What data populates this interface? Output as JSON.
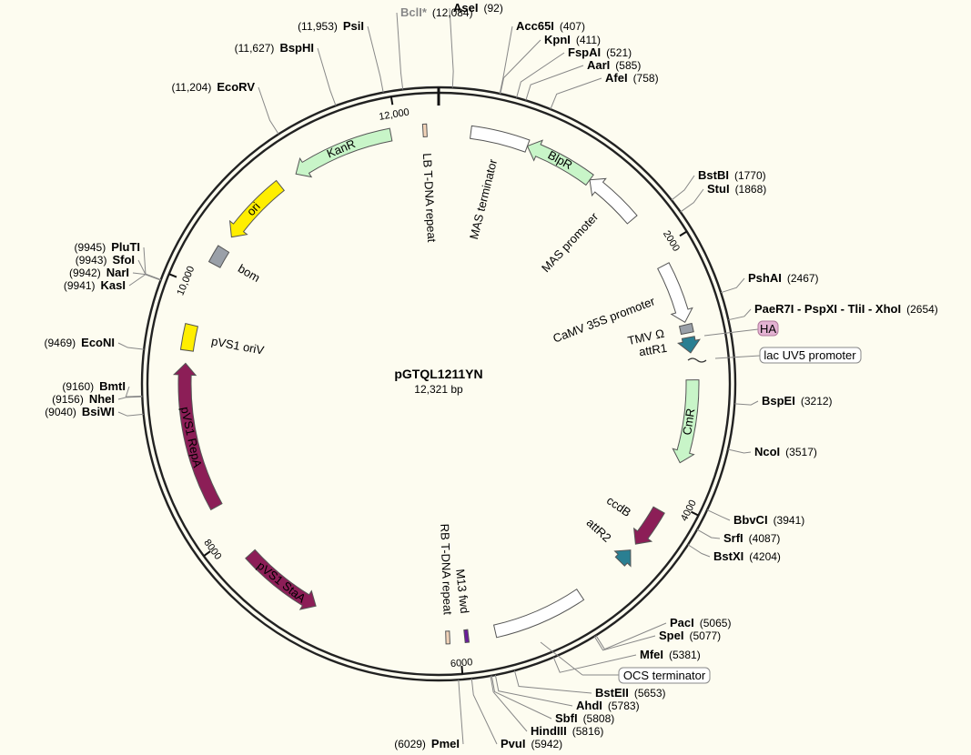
{
  "plasmid": {
    "name": "pGTQL1211YN",
    "size_label": "12,321 bp",
    "length": 12321
  },
  "colors": {
    "background": "#fdfcf0",
    "backbone": "#222222",
    "leader": "#888888",
    "marker_green": "#c8f5c8",
    "ori_yellow": "#ffee00",
    "repA_magenta": "#8c1e57",
    "attr_teal": "#2a7f92",
    "bom_gray": "#9aa0a8",
    "tag_pink": "#e3b2d2",
    "m13_purple": "#6a1b9a"
  },
  "ticks": [
    {
      "bp": 0,
      "label": "",
      "major": true
    },
    {
      "bp": 2000,
      "label": "2000"
    },
    {
      "bp": 4000,
      "label": "4000"
    },
    {
      "bp": 6000,
      "label": "6000"
    },
    {
      "bp": 8000,
      "label": "8000"
    },
    {
      "bp": 10000,
      "label": "10,000"
    },
    {
      "bp": 12000,
      "label": "12,000"
    }
  ],
  "sites": [
    {
      "id": "BclI",
      "name": "BclI*",
      "pos": "(12,084)",
      "bp": 12084,
      "gray": true
    },
    {
      "id": "PsiI",
      "name": "PsiI",
      "pos": "(11,953)",
      "bp": 11953
    },
    {
      "id": "BspHI",
      "name": "BspHI",
      "pos": "(11,627)",
      "bp": 11627
    },
    {
      "id": "EcoRV",
      "name": "EcoRV",
      "pos": "(11,204)",
      "bp": 11204
    },
    {
      "id": "AseI",
      "name": "AseI",
      "pos": "(92)",
      "bp": 92
    },
    {
      "id": "Acc65I",
      "name": "Acc65I",
      "pos": "(407)",
      "bp": 407
    },
    {
      "id": "KpnI",
      "name": "KpnI",
      "pos": "(411)",
      "bp": 411
    },
    {
      "id": "FspAI",
      "name": "FspAI",
      "pos": "(521)",
      "bp": 521
    },
    {
      "id": "AarI",
      "name": "AarI",
      "pos": "(585)",
      "bp": 585
    },
    {
      "id": "AfeI",
      "name": "AfeI",
      "pos": "(758)",
      "bp": 758
    },
    {
      "id": "BstBI",
      "name": "BstBI",
      "pos": "(1770)",
      "bp": 1770
    },
    {
      "id": "StuI",
      "name": "StuI",
      "pos": "(1868)",
      "bp": 1868
    },
    {
      "id": "PshAI",
      "name": "PshAI",
      "pos": "(2467)",
      "bp": 2467
    },
    {
      "id": "PaeR7I",
      "name": "PaeR7I - PspXI - TliI - XhoI",
      "pos": "(2654)",
      "bp": 2654
    },
    {
      "id": "BspEI",
      "name": "BspEI",
      "pos": "(3212)",
      "bp": 3212
    },
    {
      "id": "NcoI",
      "name": "NcoI",
      "pos": "(3517)",
      "bp": 3517
    },
    {
      "id": "BbvCI",
      "name": "BbvCI",
      "pos": "(3941)",
      "bp": 3941
    },
    {
      "id": "SrfI",
      "name": "SrfI",
      "pos": "(4087)",
      "bp": 4087
    },
    {
      "id": "BstXI",
      "name": "BstXI",
      "pos": "(4204)",
      "bp": 4204
    },
    {
      "id": "PacI",
      "name": "PacI",
      "pos": "(5065)",
      "bp": 5065
    },
    {
      "id": "SpeI",
      "name": "SpeI",
      "pos": "(5077)",
      "bp": 5077
    },
    {
      "id": "MfeI",
      "name": "MfeI",
      "pos": "(5381)",
      "bp": 5381
    },
    {
      "id": "BstEII",
      "name": "BstEII",
      "pos": "(5653)",
      "bp": 5653
    },
    {
      "id": "AhdI",
      "name": "AhdI",
      "pos": "(5783)",
      "bp": 5783
    },
    {
      "id": "SbfI",
      "name": "SbfI",
      "pos": "(5808)",
      "bp": 5808
    },
    {
      "id": "HindIII",
      "name": "HindIII",
      "pos": "(5816)",
      "bp": 5816
    },
    {
      "id": "PvuI",
      "name": "PvuI",
      "pos": "(5942)",
      "bp": 5942
    },
    {
      "id": "PmeI",
      "name": "PmeI",
      "pos": "(6029)",
      "bp": 6029
    },
    {
      "id": "PluTI",
      "name": "PluTI",
      "pos": "(9945)",
      "bp": 9945
    },
    {
      "id": "SfoI",
      "name": "SfoI",
      "pos": "(9943)",
      "bp": 9943
    },
    {
      "id": "NarI",
      "name": "NarI",
      "pos": "(9942)",
      "bp": 9942
    },
    {
      "id": "KasI",
      "name": "KasI",
      "pos": "(9941)",
      "bp": 9941
    },
    {
      "id": "EcoNI",
      "name": "EcoNI",
      "pos": "(9469)",
      "bp": 9469
    },
    {
      "id": "BmtI",
      "name": "BmtI",
      "pos": "(9160)",
      "bp": 9160
    },
    {
      "id": "NheI",
      "name": "NheI",
      "pos": "(9156)",
      "bp": 9156
    },
    {
      "id": "BsiWI",
      "name": "BsiWI",
      "pos": "(9040)",
      "bp": 9040
    }
  ],
  "features": [
    {
      "id": "mas-terminator",
      "label": "MAS terminator",
      "start": 250,
      "end": 700,
      "color": "#ffffff",
      "dir": "none",
      "label_inside": false
    },
    {
      "id": "blpr",
      "label": "BlpR",
      "start": 700,
      "end": 1250,
      "color": "#c8f5c8",
      "dir": "rev",
      "label_inside": true
    },
    {
      "id": "mas-promoter",
      "label": "MAS promoter",
      "start": 1250,
      "end": 1700,
      "color": "#ffffff",
      "dir": "rev",
      "label_inside": false
    },
    {
      "id": "camv-35s-promoter",
      "label": "CaMV 35S promoter",
      "start": 2130,
      "end": 2600,
      "color": "#ffffff",
      "dir": "fwd",
      "label_inside": false
    },
    {
      "id": "tmv-omega",
      "label": "TMV Ω",
      "start": 2620,
      "end": 2685,
      "color": "#9aa0a8",
      "dir": "none",
      "label_inside": false
    },
    {
      "id": "attr1",
      "label": "attR1",
      "start": 2720,
      "end": 2840,
      "color": "#2a7f92",
      "dir": "fwd",
      "label_inside": false
    },
    {
      "id": "cmr",
      "label": "CmR",
      "start": 3050,
      "end": 3700,
      "color": "#c8f5c8",
      "dir": "fwd",
      "label_inside": true
    },
    {
      "id": "ccdb",
      "label": "ccdB",
      "start": 4100,
      "end": 4420,
      "color": "#8c1e57",
      "dir": "fwd",
      "label_inside": false
    },
    {
      "id": "attr2",
      "label": "attR2",
      "start": 4480,
      "end": 4600,
      "color": "#2a7f92",
      "dir": "rev",
      "label_inside": false
    },
    {
      "id": "m13-fwd",
      "label": "M13 fwd",
      "start": 5930,
      "end": 5960,
      "color": "#6a1b9a",
      "dir": "none",
      "label_inside": false
    },
    {
      "id": "ocs-terminator",
      "label": "",
      "start": 5000,
      "end": 5720,
      "color": "#ffffff",
      "dir": "none",
      "label_inside": false
    },
    {
      "id": "rb-tdna-repeat",
      "label": "RB T-DNA repeat",
      "start": 6075,
      "end": 6105,
      "color": "#f2d3b8",
      "dir": "none",
      "label_inside": false
    },
    {
      "id": "pvs1-staa",
      "label": "pVS1 StaA",
      "start": 7150,
      "end": 7800,
      "color": "#8c1e57",
      "dir": "rev",
      "label_inside": true
    },
    {
      "id": "pvs1-repa",
      "label": "pVS1 RepA",
      "start": 8250,
      "end": 9400,
      "color": "#8c1e57",
      "dir": "fwd",
      "label_inside": true
    },
    {
      "id": "pvs1-oriv",
      "label": "pVS1 oriV",
      "start": 9500,
      "end": 9700,
      "color": "#ffee00",
      "dir": "none",
      "label_inside": false
    },
    {
      "id": "bom",
      "label": "bom",
      "start": 10200,
      "end": 10340,
      "color": "#9aa0a8",
      "dir": "none",
      "label_inside": false
    },
    {
      "id": "ori",
      "label": "ori",
      "start": 10450,
      "end": 11000,
      "color": "#ffee00",
      "dir": "rev",
      "label_inside": true
    },
    {
      "id": "kanr",
      "label": "KanR",
      "start": 11150,
      "end": 11950,
      "color": "#c8f5c8",
      "dir": "rev",
      "label_inside": true
    },
    {
      "id": "lb-tdna-repeat",
      "label": "LB T-DNA repeat",
      "start": 12200,
      "end": 12230,
      "color": "#f2d3b8",
      "dir": "none",
      "label_inside": false
    }
  ],
  "boxed_labels": [
    {
      "id": "ha-tag",
      "text": "HA"
    },
    {
      "id": "lac-uv5-promoter",
      "text": "lac UV5 promoter"
    },
    {
      "id": "ocs-terminator-label",
      "text": "OCS terminator"
    }
  ]
}
